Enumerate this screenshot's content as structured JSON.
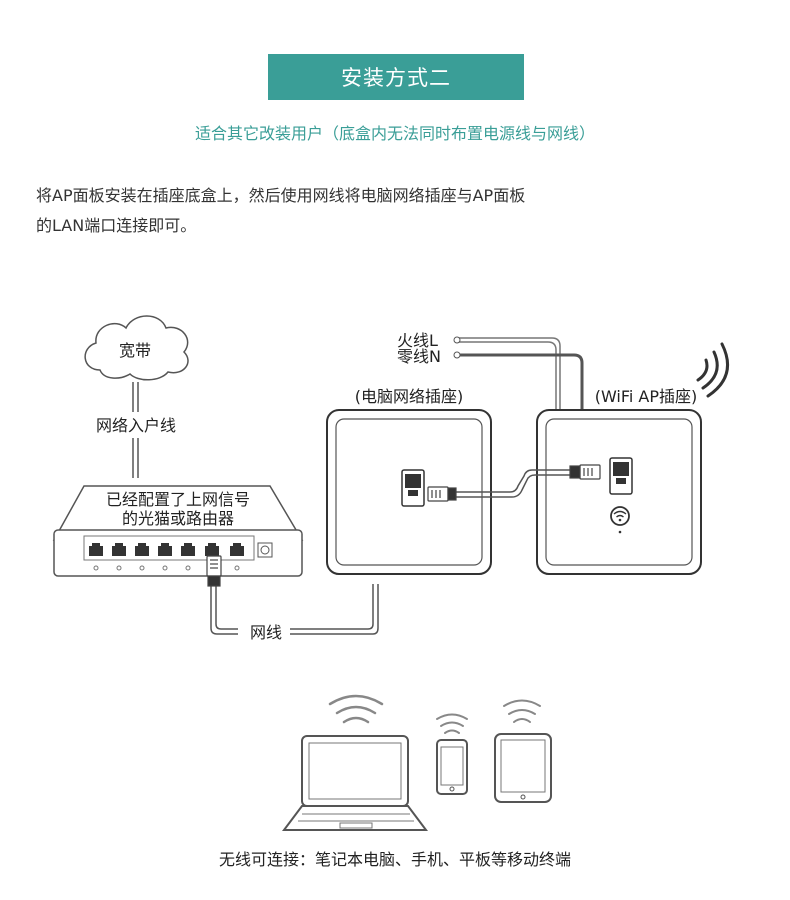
{
  "header": {
    "title": "安装方式二",
    "subtitle": "适合其它改装用户（底盒内无法同时布置电源线与网线）"
  },
  "description": {
    "line1": "将AP面板安装在插座底盒上，然后使用网线将电脑网络插座与AP面板",
    "line2": "的LAN端口连接即可。"
  },
  "diagram": {
    "cloud_label": "宽带",
    "entry_cable_label": "网络入户线",
    "router_label_line1": "已经配置了上网信号",
    "router_label_line2": "的光猫或路由器",
    "live_wire_label": "火线L",
    "neutral_wire_label": "零线N",
    "pc_socket_label": "(电脑网络插座)",
    "ap_socket_label": "(WiFi AP插座)",
    "cable_label": "网线"
  },
  "footer": {
    "caption": "无线可连接：笔记本电脑、手机、平板等移动终端"
  },
  "colors": {
    "accent": "#3a9e97",
    "line": "#555555"
  }
}
